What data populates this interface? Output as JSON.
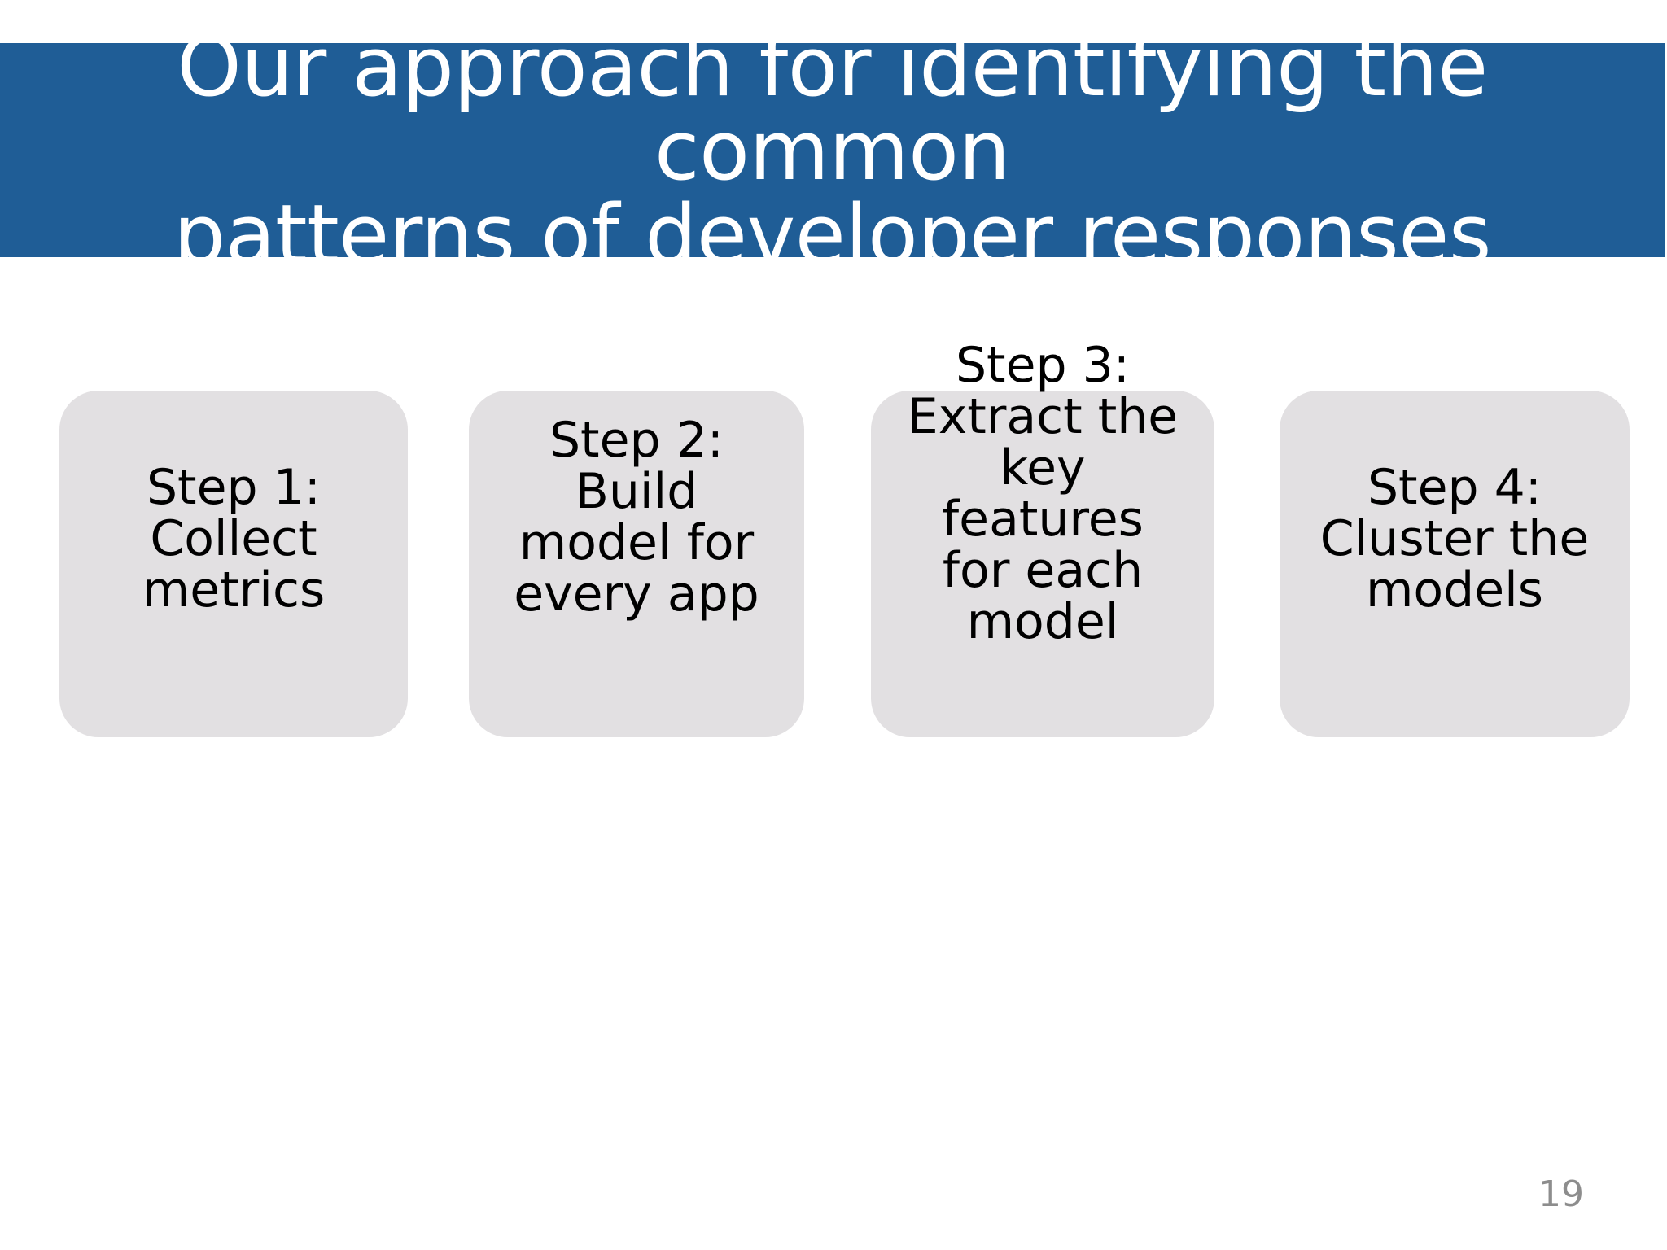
{
  "slide": {
    "title": "Our approach for identifying the common\npatterns of developer responses",
    "page_number": "19",
    "colors": {
      "banner": "#1F5D96",
      "banner_text": "#FFFFFF",
      "box_fill": "#E2E0E2",
      "box_text": "#000000",
      "page_number": "#8D8D8D",
      "background": "#FFFFFF"
    }
  },
  "steps": [
    {
      "id": "step-1",
      "label": "Step 1:\nCollect\nmetrics"
    },
    {
      "id": "step-2",
      "label": "Step 2:\nBuild\nmodel for\nevery app"
    },
    {
      "id": "step-3",
      "label": "Step 3:\nExtract the\nkey\nfeatures\nfor each\nmodel"
    },
    {
      "id": "step-4",
      "label": "Step 4:\nCluster the\nmodels"
    }
  ]
}
